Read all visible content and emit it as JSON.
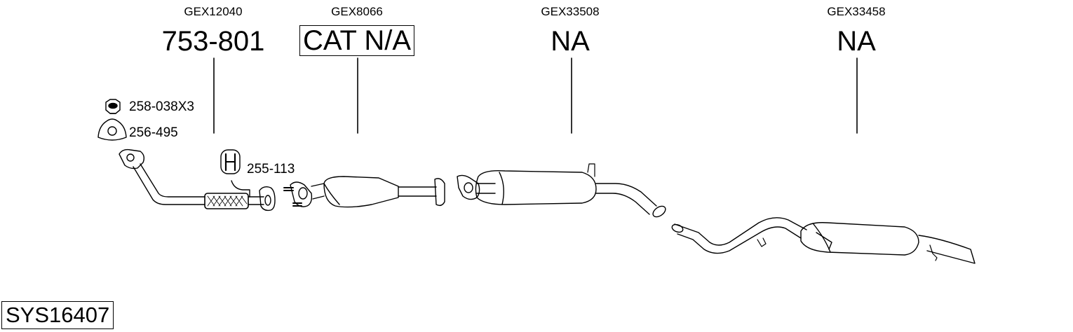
{
  "sections": [
    {
      "code": "GEX12040",
      "part": "753-801",
      "boxed": false
    },
    {
      "code": "GEX8066",
      "part": "CAT N/A",
      "boxed": true
    },
    {
      "code": "GEX33508",
      "part": "NA",
      "boxed": false
    },
    {
      "code": "GEX33458",
      "part": "NA",
      "boxed": false
    }
  ],
  "accessories": [
    {
      "label": "258-038X3",
      "icon": "nut-icon"
    },
    {
      "label": "256-495",
      "icon": "gasket-icon"
    },
    {
      "label": "255-113",
      "icon": "clamp-icon"
    }
  ],
  "system_code": "SYS16407"
}
